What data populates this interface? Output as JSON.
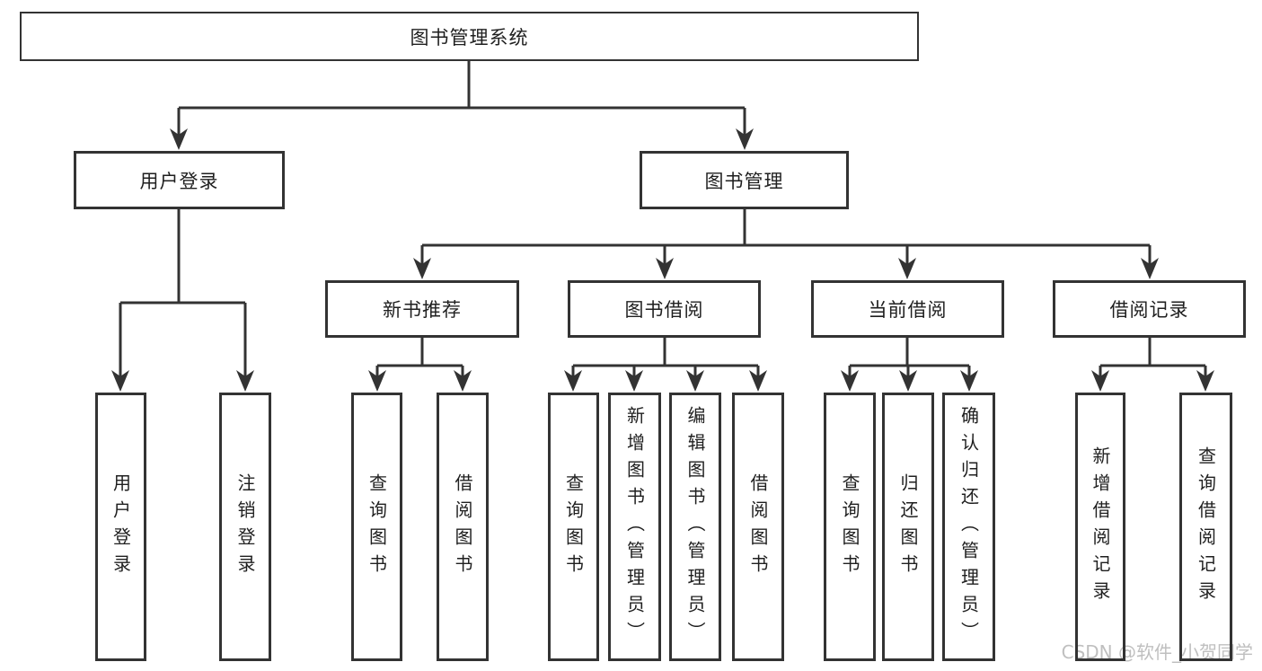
{
  "diagram": {
    "root": {
      "label": "图书管理系统"
    },
    "level2": [
      {
        "label": "用户登录"
      },
      {
        "label": "图书管理"
      }
    ],
    "level3": [
      {
        "label": "新书推荐"
      },
      {
        "label": "图书借阅"
      },
      {
        "label": "当前借阅"
      },
      {
        "label": "借阅记录"
      }
    ],
    "leaves": {
      "user_login": [
        {
          "label": "用户登录"
        },
        {
          "label": "注销登录"
        }
      ],
      "new_book_recommend": [
        {
          "label": "查询图书"
        },
        {
          "label": "借阅图书"
        }
      ],
      "book_borrow": [
        {
          "label": "查询图书"
        },
        {
          "label": "新增图书（管理员）"
        },
        {
          "label": "编辑图书（管理员）"
        },
        {
          "label": "借阅图书"
        }
      ],
      "current_borrow": [
        {
          "label": "查询图书"
        },
        {
          "label": "归还图书"
        },
        {
          "label": "确认归还（管理员）"
        }
      ],
      "borrow_records": [
        {
          "label": "新增借阅记录"
        },
        {
          "label": "查询借阅记录"
        }
      ]
    }
  },
  "watermark": {
    "text": "CSDN @软件_小贺同学"
  },
  "colors": {
    "line": "#333333",
    "border": "#333333",
    "fill": "#ffffff",
    "text": "#1f1f1f",
    "background": "#ffffff",
    "watermark": "#bfbfbf"
  }
}
